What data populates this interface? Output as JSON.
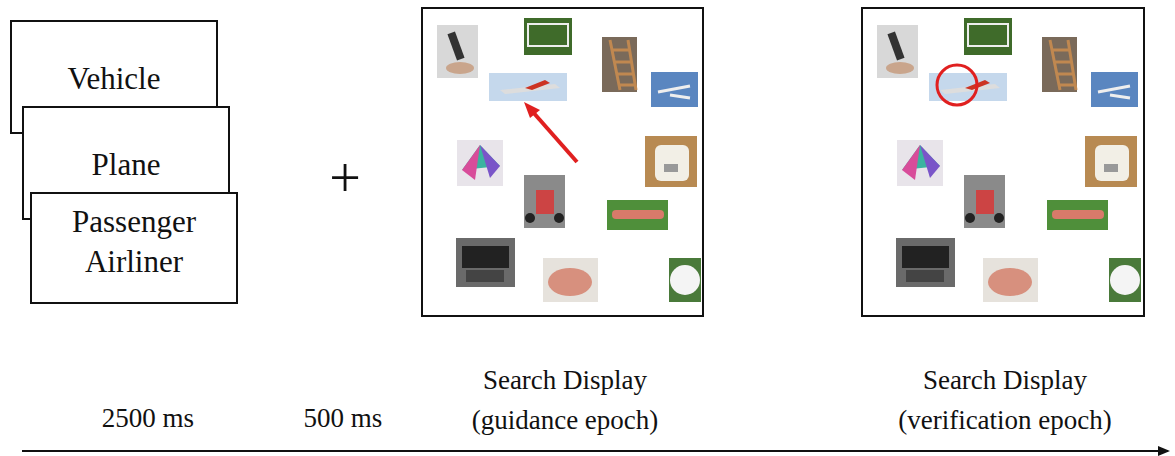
{
  "diagram": {
    "nodes": [
      {
        "text": [
          "Vehicle"
        ]
      },
      {
        "text": [
          "Plane"
        ]
      },
      {
        "text": [
          "Passenger Airliner"
        ]
      }
    ],
    "labels": [
      "+",
      "2500 ms",
      "500 ms",
      "Search Display (guidance epoch)",
      "Search Display (verification epoch)"
    ]
  }
}
